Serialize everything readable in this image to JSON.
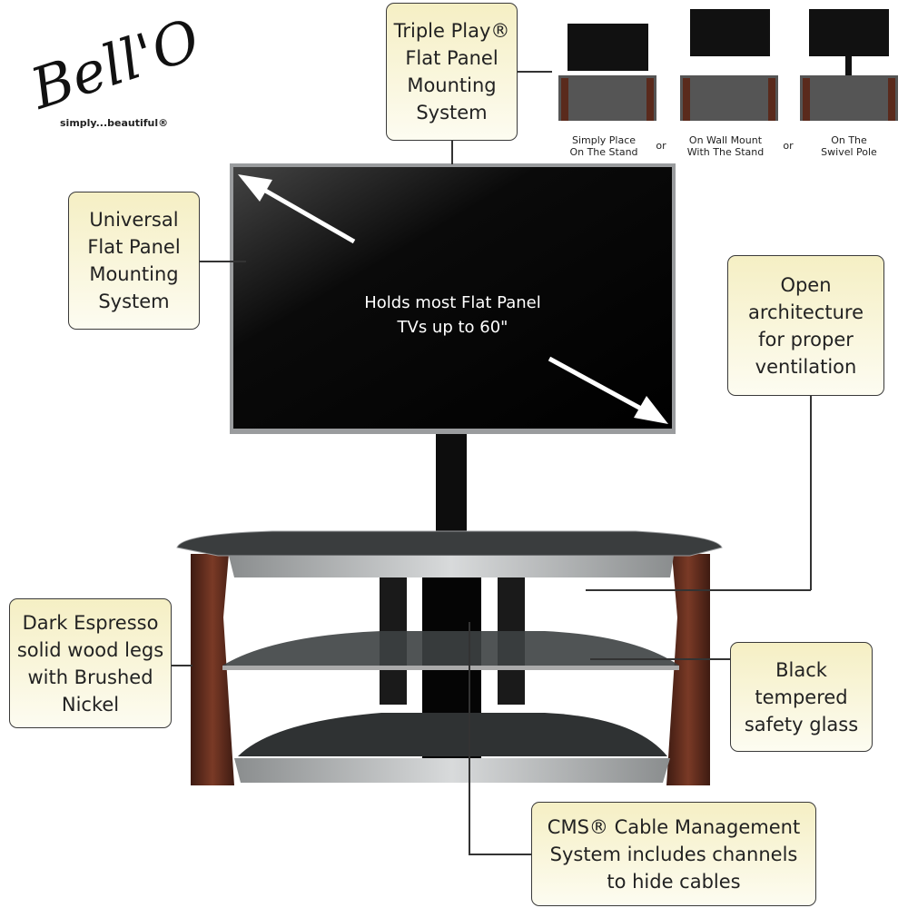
{
  "logo": {
    "brand": "Bell'O",
    "tagline": "simply...beautiful®"
  },
  "callouts": {
    "triple_play": "Triple Play®\nFlat Panel\nMounting\nSystem",
    "universal": "Universal\nFlat Panel\nMounting\nSystem",
    "open": "Open\narchitecture\nfor proper\nventilation",
    "legs": "Dark Espresso\nsolid wood legs\nwith Brushed\nNickel",
    "glass": "Black\ntempered\nsafety glass",
    "cms": "CMS® Cable Management\nSystem includes channels\nto hide cables"
  },
  "tv_text": "Holds most Flat Panel\nTVs up to 60\"",
  "options": [
    {
      "label": "Simply Place\nOn The Stand"
    },
    {
      "label": "On Wall Mount\nWith The Stand"
    },
    {
      "label": "On The\nSwivel Pole"
    }
  ],
  "or_label": "or",
  "colors": {
    "wood": "#5a2a1c",
    "callout_bg": "#f5efc4",
    "glass": "#3a3d3e"
  }
}
